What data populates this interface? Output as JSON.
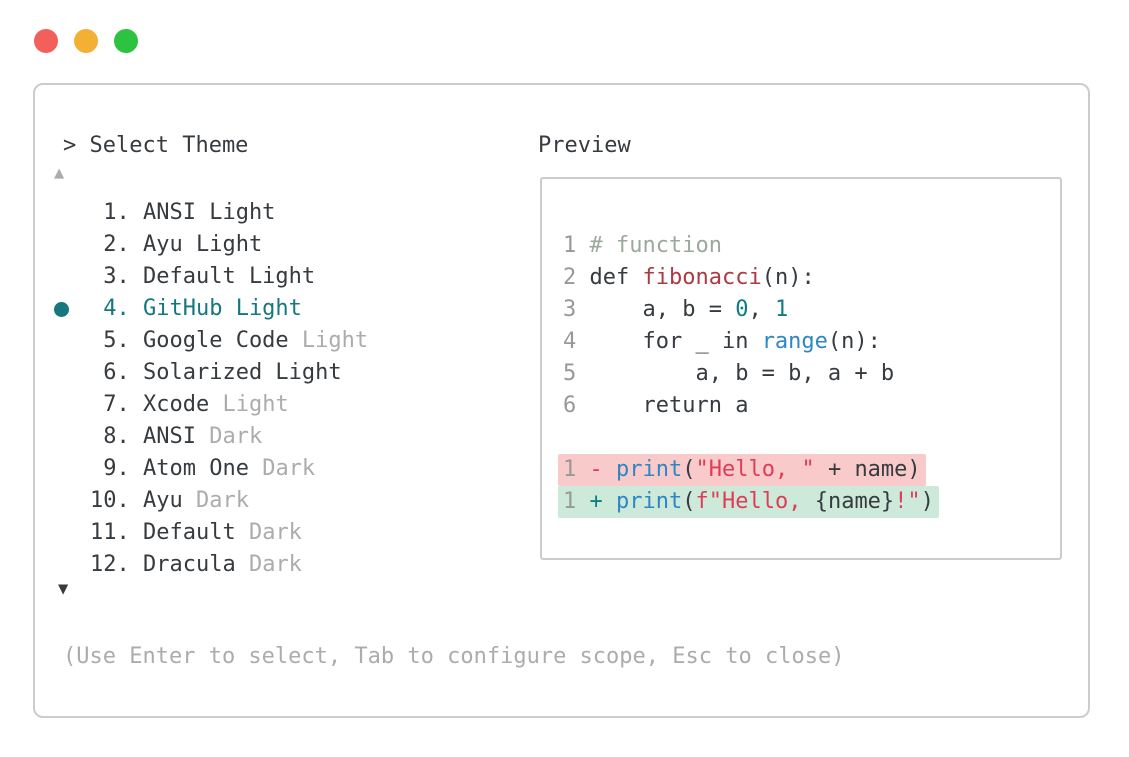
{
  "window": {
    "traffic_lights": [
      {
        "name": "close",
        "color": "#f1605a"
      },
      {
        "name": "minimize",
        "color": "#f2b134"
      },
      {
        "name": "maximize",
        "color": "#2dc341"
      }
    ]
  },
  "picker": {
    "prompt": "> Select Theme",
    "scroll_up": "▲",
    "scroll_down": "▼",
    "hint": "(Use Enter to select, Tab to configure scope, Esc to close)",
    "selected_number": 4,
    "items": [
      {
        "number": " 1.",
        "name": "ANSI Light",
        "muted": "",
        "selected": false
      },
      {
        "number": " 2.",
        "name": "Ayu Light",
        "muted": "",
        "selected": false
      },
      {
        "number": " 3.",
        "name": "Default Light",
        "muted": "",
        "selected": false
      },
      {
        "number": " 4.",
        "name": "GitHub Light",
        "muted": "",
        "selected": true
      },
      {
        "number": " 5.",
        "name": "Google Code",
        "muted": "Light",
        "selected": false
      },
      {
        "number": " 6.",
        "name": "Solarized Light",
        "muted": "",
        "selected": false
      },
      {
        "number": " 7.",
        "name": "Xcode",
        "muted": "Light",
        "selected": false
      },
      {
        "number": " 8.",
        "name": "ANSI",
        "muted": "Dark",
        "selected": false
      },
      {
        "number": " 9.",
        "name": "Atom One",
        "muted": "Dark",
        "selected": false
      },
      {
        "number": "10.",
        "name": "Ayu",
        "muted": "Dark",
        "selected": false
      },
      {
        "number": "11.",
        "name": "Default",
        "muted": "Dark",
        "selected": false
      },
      {
        "number": "12.",
        "name": "Dracula",
        "muted": "Dark",
        "selected": false
      }
    ]
  },
  "preview": {
    "label": "Preview",
    "lines": [
      {
        "bg": "",
        "tokens": [
          [
            "linenum",
            "1"
          ],
          [
            "plain",
            " "
          ],
          [
            "comment",
            "# function"
          ]
        ]
      },
      {
        "bg": "",
        "tokens": [
          [
            "linenum",
            "2"
          ],
          [
            "plain",
            " def "
          ],
          [
            "func",
            "fibonacci"
          ],
          [
            "plain",
            "(n):"
          ]
        ]
      },
      {
        "bg": "",
        "tokens": [
          [
            "linenum",
            "3"
          ],
          [
            "plain",
            "     a, b = "
          ],
          [
            "number",
            "0"
          ],
          [
            "plain",
            ", "
          ],
          [
            "number",
            "1"
          ]
        ]
      },
      {
        "bg": "",
        "tokens": [
          [
            "linenum",
            "4"
          ],
          [
            "plain",
            "     for _ in "
          ],
          [
            "builtin",
            "range"
          ],
          [
            "plain",
            "(n):"
          ]
        ]
      },
      {
        "bg": "",
        "tokens": [
          [
            "linenum",
            "5"
          ],
          [
            "plain",
            "         a, b = b, a + b"
          ]
        ]
      },
      {
        "bg": "",
        "tokens": [
          [
            "linenum",
            "6"
          ],
          [
            "plain",
            "     return a"
          ]
        ]
      },
      {
        "bg": "",
        "tokens": []
      },
      {
        "bg": "removed",
        "tokens": [
          [
            "linenum",
            "1"
          ],
          [
            "plain",
            " "
          ],
          [
            "diff-minus",
            "-"
          ],
          [
            "plain",
            " "
          ],
          [
            "builtin",
            "print"
          ],
          [
            "plain",
            "("
          ],
          [
            "string",
            "\"Hello, \""
          ],
          [
            "plain",
            " + name)"
          ]
        ]
      },
      {
        "bg": "added",
        "tokens": [
          [
            "linenum",
            "1"
          ],
          [
            "plain",
            " "
          ],
          [
            "diff-plus",
            "+"
          ],
          [
            "plain",
            " "
          ],
          [
            "builtin",
            "print"
          ],
          [
            "plain",
            "("
          ],
          [
            "string",
            "f\"Hello, "
          ],
          [
            "plain",
            "{name}"
          ],
          [
            "string",
            "!\""
          ],
          [
            "plain",
            ")"
          ]
        ]
      }
    ]
  },
  "colors": {
    "text": "#363b40",
    "muted": "#aaacae",
    "linenum": "#96989a",
    "selected": "#14787e",
    "comment": "#9aa99c",
    "func": "#ac3a42",
    "string": "#e23b58",
    "number_literal": "#0e7d80",
    "builtin": "#2d87c5",
    "removed_bg": "#f8caca",
    "added_bg": "#cce9d9",
    "border": "#cbcccc"
  }
}
